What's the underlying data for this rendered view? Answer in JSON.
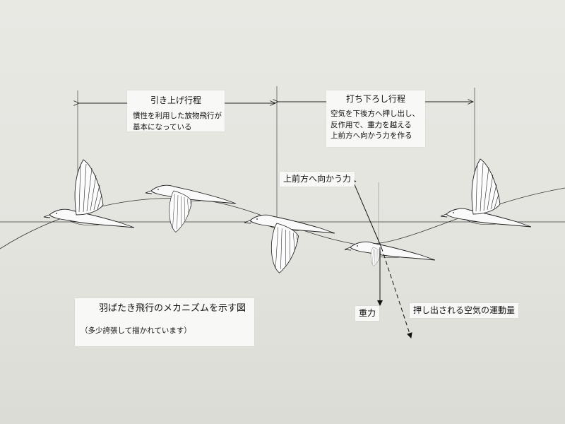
{
  "phases": {
    "upstroke": {
      "title": "引き上げ行程",
      "description": [
        "慣性を利用した放物飛行が",
        "基本になっている"
      ]
    },
    "downstroke": {
      "title": "打ち下ろし行程",
      "description": [
        "空気を下後方へ押し出し、",
        "反作用で、重力を越える",
        "上前方へ向かう力を作る"
      ]
    }
  },
  "forces": {
    "lift": "上前方へ向かう力",
    "gravity": "重力",
    "air_momentum": "押し出される空気の運動量"
  },
  "caption": {
    "title": "羽ばたき飛行のメカニズムを示す図",
    "note": "（多少誇張して描かれています）"
  }
}
